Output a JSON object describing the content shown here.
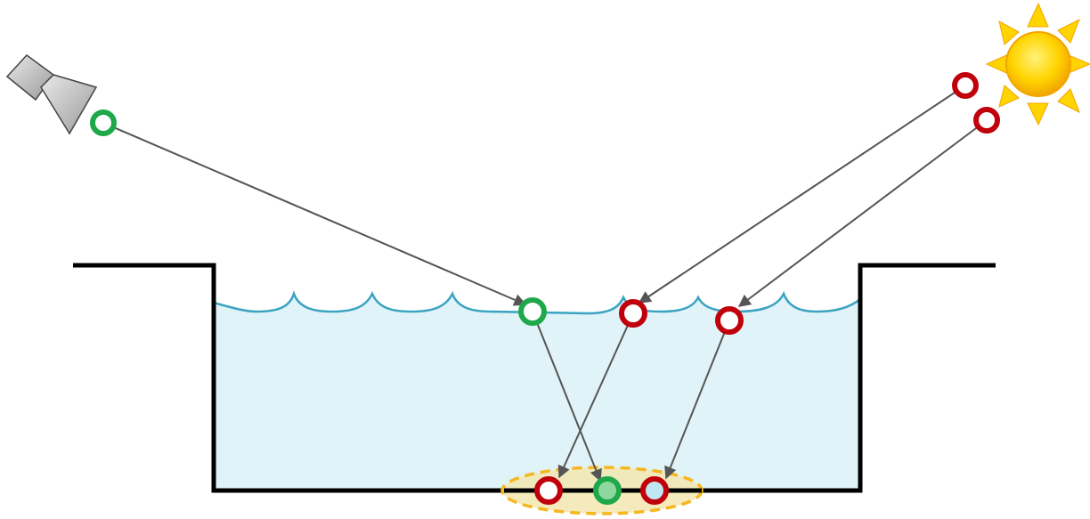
{
  "figure": {
    "kind": "light-path-illustration",
    "colors": {
      "background": "#ffffff",
      "pool_outline": "#000000",
      "water_fill": "#dff3f8",
      "water_surface": "#3ba3c0",
      "ray": "#555555",
      "camera_ray_marker": "#1fa84a",
      "sun_ray_marker": "#c0000a",
      "highlight_fill": "#f3e6b0",
      "highlight_stroke": "#f4b81e",
      "sun_fill": "#ffd400",
      "sun_stroke": "#f2a400"
    },
    "icons": {
      "light_source": "sun-icon",
      "sensor": "camera-icon"
    },
    "ray_markers": {
      "camera_paths": 1,
      "sun_paths": 2
    }
  }
}
